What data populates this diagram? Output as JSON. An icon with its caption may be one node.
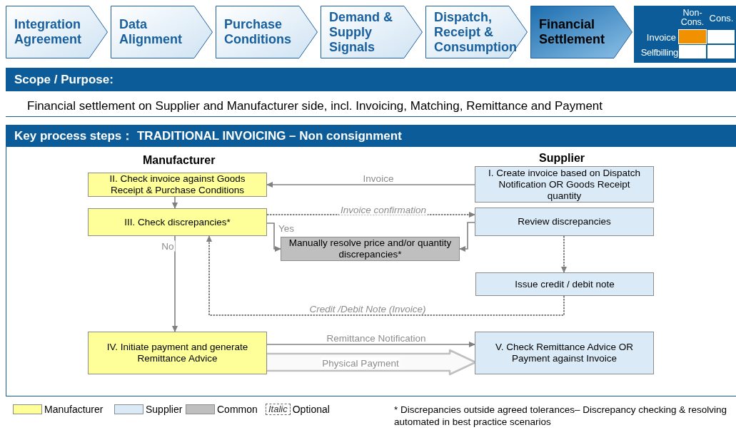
{
  "diagram": {
    "nodes": [
      {
        "text": [
          "Integration Agreement"
        ]
      },
      {
        "text": [
          "Data Alignment"
        ]
      },
      {
        "text": [
          "Purchase Conditions"
        ]
      },
      {
        "text": [
          "Demand & Supply Signals"
        ]
      },
      {
        "text": [
          "Dispatch, Receipt & Consumption"
        ]
      },
      {
        "text": [
          "Financial Settlement"
        ]
      },
      {
        "text": [
          "Scope / Purpose:"
        ]
      },
      {
        "text": [
          "Key process steps： TRADITIONAL INVOICING – Non consignment"
        ]
      },
      {
        "text": [
          "II. Check invoice against Goods Receipt & Purchase Conditions"
        ]
      },
      {
        "text": [
          "I. Create invoice based on Dispatch Notification OR Goods Receipt quantity"
        ]
      },
      {
        "text": [
          "III. Check discrepancies*"
        ]
      },
      {
        "text": [
          "Review discrepancies"
        ]
      },
      {
        "text": [
          "Manually resolve price and/or quantity discrepancies*"
        ]
      },
      {
        "text": [
          "Issue credit / debit note"
        ]
      },
      {
        "text": [
          "IV. Initiate payment and generate Remittance Advice"
        ]
      },
      {
        "text": [
          "V. Check Remittance Advice OR Payment against Invoice"
        ]
      }
    ],
    "edges": [
      {
        "from": 9,
        "to": 8,
        "arrow": "to",
        "label": "Invoice"
      },
      {
        "from": 8,
        "to": 10,
        "arrow": "to"
      },
      {
        "from": 10,
        "to": 11,
        "arrow": "to",
        "label": "Invoice confirmation",
        "style": "dashed"
      },
      {
        "from": 10,
        "to": 12,
        "arrow": "to",
        "label": "Yes"
      },
      {
        "from": 11,
        "to": 12,
        "arrow": "to"
      },
      {
        "from": 11,
        "to": 13,
        "arrow": "to",
        "style": "dashed"
      },
      {
        "from": 13,
        "to": 10,
        "arrow": "to",
        "label": "Credit /Debit Note (Invoice)",
        "style": "dashed"
      },
      {
        "from": 10,
        "to": 14,
        "arrow": "to",
        "label": "No"
      },
      {
        "from": 14,
        "to": 15,
        "arrow": "to",
        "label": "Remittance Notification"
      },
      {
        "from": 14,
        "to": 15,
        "arrow": "to",
        "label": "Physical Payment",
        "style": "thick",
        "color": "#bfbfbf"
      }
    ],
    "labels": [
      "Non-Cons.",
      "Cons.",
      "Invoice",
      "Selfbilling",
      "Financial settlement on Supplier and Manufacturer side, incl.  Invoicing, Matching, Remittance and Payment",
      "Manufacturer",
      "Supplier",
      "Italic",
      "* Discrepancies outside agreed tolerances– Discrepancy checking & resolving automated in best practice scenarios"
    ],
    "legend": [
      {
        "text": "Manufacturer",
        "color": "#ffff99"
      },
      {
        "text": "Supplier",
        "color": "#dbeaf7"
      },
      {
        "text": "Common",
        "color": "#bfbfbf"
      },
      {
        "text": "Optional"
      }
    ]
  }
}
